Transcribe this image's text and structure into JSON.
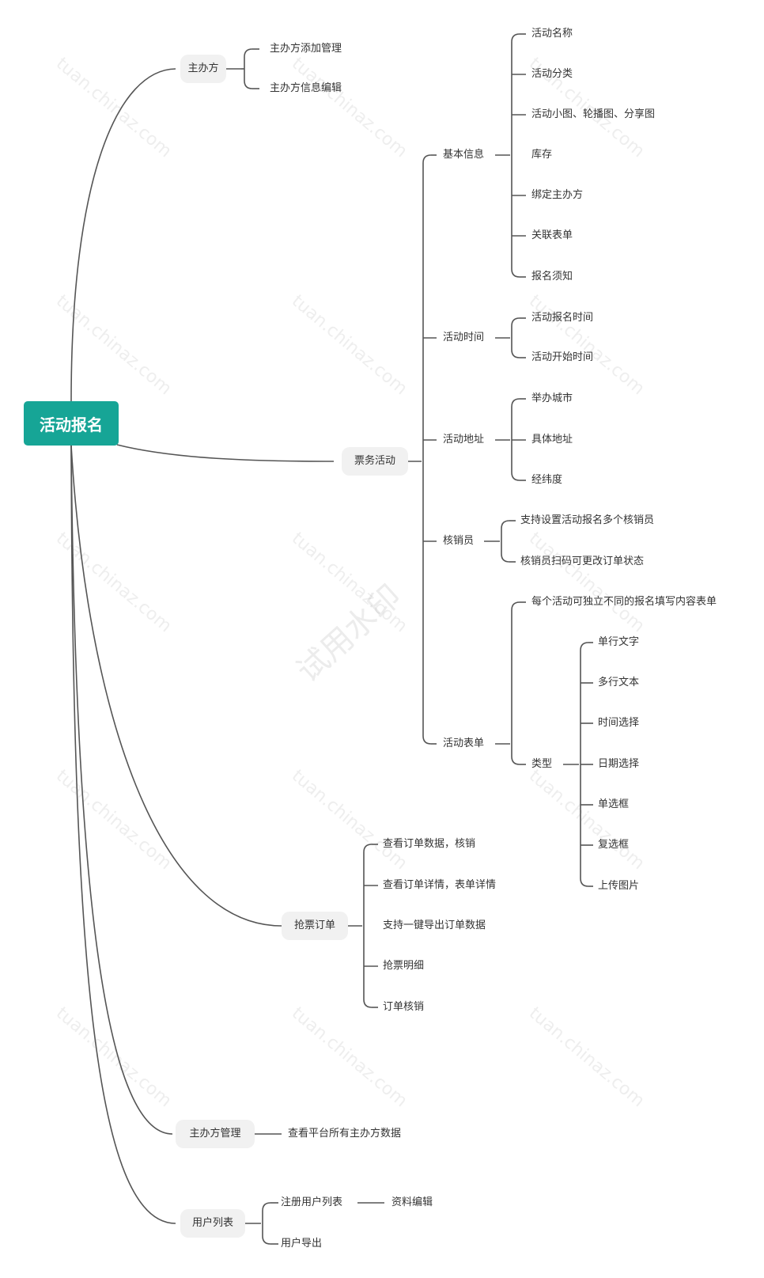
{
  "root": {
    "label": "活动报名"
  },
  "branches": {
    "organizer": {
      "label": "主办方",
      "children": [
        "主办方添加管理",
        "主办方信息编辑"
      ]
    },
    "ticket": {
      "label": "票务活动",
      "basic": {
        "label": "基本信息",
        "children": [
          "活动名称",
          "活动分类",
          "活动小图、轮播图、分享图",
          "库存",
          "绑定主办方",
          "关联表单",
          "报名须知"
        ]
      },
      "time": {
        "label": "活动时间",
        "children": [
          "活动报名时间",
          "活动开始时间"
        ]
      },
      "address": {
        "label": "活动地址",
        "children": [
          "举办城市",
          "具体地址",
          "经纬度"
        ]
      },
      "verifier": {
        "label": "核销员",
        "children": [
          "支持设置活动报名多个核销员",
          "核销员扫码可更改订单状态"
        ]
      },
      "form": {
        "label": "活动表单",
        "desc": "每个活动可独立不同的报名填写内容表单",
        "type": {
          "label": "类型",
          "children": [
            "单行文字",
            "多行文本",
            "时间选择",
            "日期选择",
            "单选框",
            "复选框",
            "上传图片"
          ]
        }
      }
    },
    "orders": {
      "label": "抢票订单",
      "children": [
        "查看订单数据，核销",
        "查看订单详情，表单详情",
        "支持一键导出订单数据",
        "抢票明细",
        "订单核销"
      ]
    },
    "org_manage": {
      "label": "主办方管理",
      "children": [
        "查看平台所有主办方数据"
      ]
    },
    "users": {
      "label": "用户列表",
      "register": {
        "label": "注册用户列表",
        "child": "资料编辑"
      },
      "export": {
        "label": "用户导出"
      }
    }
  },
  "watermarks": {
    "site": "tuan.chinaz.com",
    "trial": "试用水印"
  },
  "colors": {
    "root_bg": "#16a596",
    "branch_bg": "#f1f1f1",
    "line": "#555555"
  }
}
